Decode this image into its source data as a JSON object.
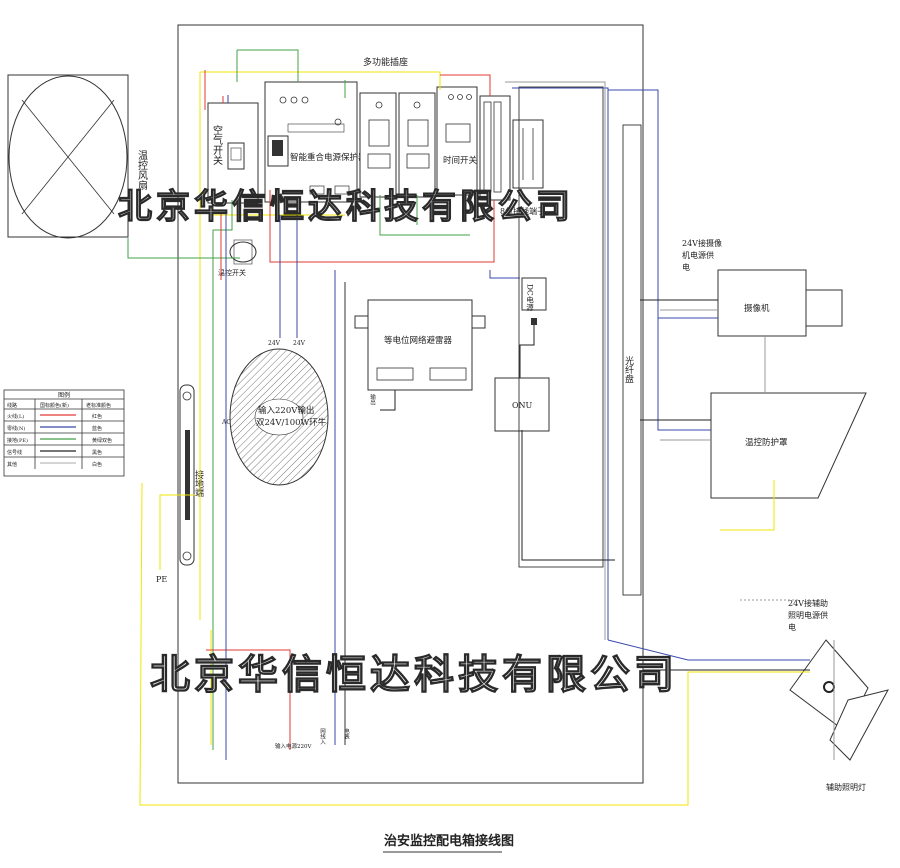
{
  "title": "治安监控配电箱接线图",
  "watermark": "北京华信恒达科技有限公司",
  "colors": {
    "live": "#e53935",
    "neutral": "#3949ab",
    "earth": "#43a047",
    "earth_alt": "#f2e600",
    "line": "#333333",
    "gray": "#999999"
  },
  "labels": {
    "fan": "温控风扇",
    "multi_socket": "多功能插座",
    "air_switch": "空气开关",
    "protector": "智能重合电源保护器",
    "time_switch": "时间开关",
    "terminal8": "8位接线端子",
    "thermo": "温控开关",
    "dc_power": "DC电源",
    "surge": "等电位网络避雷器",
    "transformer_line1": "输入220V输出",
    "transformer_line2": "双24V/100W环牛",
    "onu": "ONU",
    "fiber_box": "光纤盘",
    "ground_terminal": "接地端",
    "pe": "PE",
    "camera_power": "24V接摄像机电源供电",
    "camera": "摄像机",
    "shield": "温控防护罩",
    "light_power": "24V接辅助照明电源供电",
    "light": "辅助照明灯",
    "input_label": "输入电源220V",
    "ac_label": "AC",
    "dc24_label": "24V",
    "net_in": "网线入",
    "out_label": "输出",
    "meter_label": "电表"
  },
  "legend": {
    "title": "图例",
    "headers": [
      "线路",
      "国标颜色(新)",
      "老标准颜色"
    ],
    "rows": [
      {
        "name": "火线(L)",
        "std": "",
        "old": "红色"
      },
      {
        "name": "零线(N)",
        "std": "",
        "old": "蓝色"
      },
      {
        "name": "接地(PE)",
        "std": "",
        "old": "黄绿双色"
      },
      {
        "name": "信号线",
        "std": "",
        "old": "黑色"
      },
      {
        "name": "其他",
        "std": "",
        "old": "白色"
      }
    ]
  }
}
